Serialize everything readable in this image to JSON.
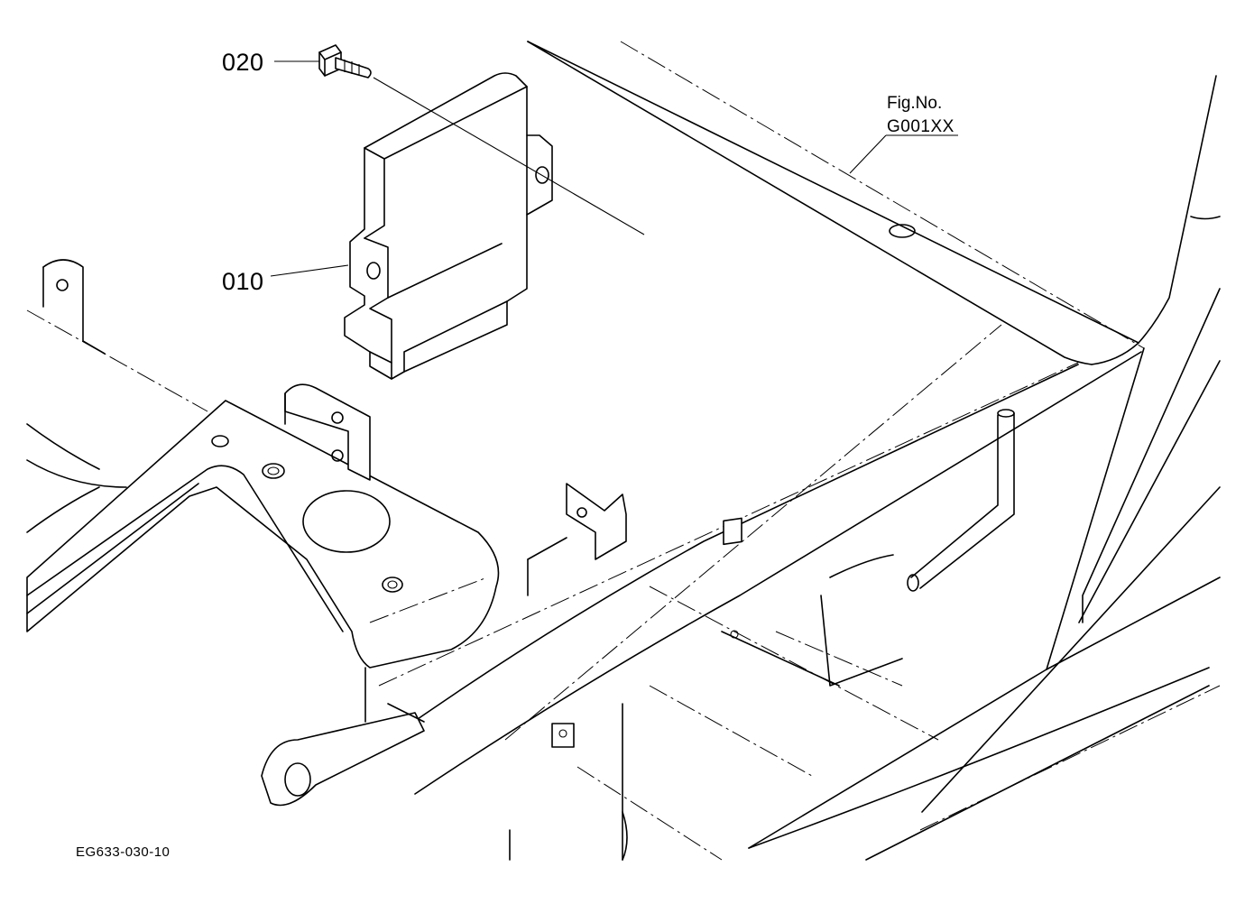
{
  "callouts": [
    {
      "part_no": "020"
    },
    {
      "part_no": "010"
    }
  ],
  "fig_reference": {
    "label": "Fig.No.",
    "code": "G001XX"
  },
  "drawing_code": "EG633-030-10"
}
